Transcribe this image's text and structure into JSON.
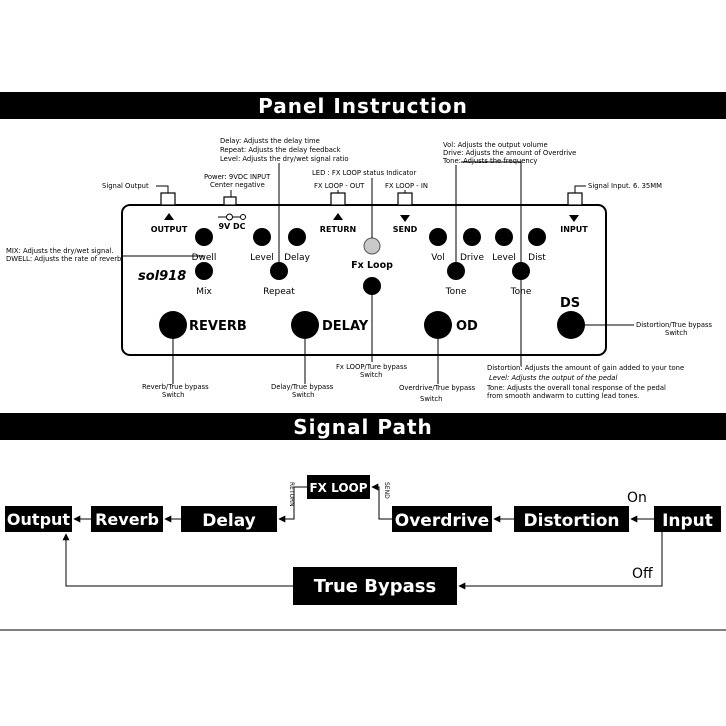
{
  "headings": {
    "panel": "Panel Instruction",
    "signal": "Signal Path"
  },
  "panel": {
    "brand": "sol918",
    "jacks": {
      "output": "OUTPUT",
      "power": "9V DC",
      "return": "RETURN",
      "send": "SEND",
      "input": "INPUT"
    },
    "knobs": {
      "dwell": "Dwell",
      "mix": "Mix",
      "delay_level": "Level",
      "delay_time": "Delay",
      "repeat": "Repeat",
      "vol": "Vol",
      "drive": "Drive",
      "ds_level": "Level",
      "dist": "Dist",
      "od_tone": "Tone",
      "ds_tone": "Tone"
    },
    "fx_loop": "Fx Loop",
    "switches": {
      "reverb": "REVERB",
      "delay": "DELAY",
      "od": "OD",
      "ds": "DS"
    }
  },
  "callouts": {
    "delay_time": "Delay: Adjusts the delay time",
    "repeat": "Repeat: Adjusts the delay feedback",
    "level": "Level: Adjusts the dry/wet signal ratio",
    "power_1": "Power: 9VDC INPUT",
    "power_2": "Center negative",
    "signal_output": "Signal Output",
    "led": "LED : FX LOOP status Indicator",
    "fx_out": "FX LOOP - OUT",
    "fx_in": "FX LOOP - IN",
    "vol": "Vol: Adjusts the output volume",
    "drive": "Drive: Adjusts the amount of Overdrive",
    "tone_od": "Tone: Adjusts the frequency",
    "signal_input": "Signal Input. 6. 35MM",
    "mix": "MIX: Adjusts the dry/wet signal.",
    "dwell": "DWELL: Adjusts the rate of reverb",
    "distortion_switch_1": "Distortion/True bypass",
    "distortion_switch_2": "Switch",
    "fx_switch_1": "Fx LOOP/Ture bypass",
    "fx_switch_2": "Switch",
    "dist_1": "Distortion: Adjusts the amount of gain added to your tone",
    "dist_2": "Level: Adjusts the output of the pedal",
    "dist_3": "Tone: Adjusts the overall tonal response of the pedal",
    "dist_4": "from smooth andwarm to cutting lead tones.",
    "reverb_switch_1": "Reverb/True bypass",
    "reverb_switch_2": "Switch",
    "delay_switch_1": "Delay/True bypass",
    "delay_switch_2": "Switch",
    "od_switch_1": "Overdrive/True bypass",
    "od_switch_2": "Switch"
  },
  "signal_path": {
    "output": "Output",
    "reverb": "Reverb",
    "delay": "Delay",
    "overdrive": "Overdrive",
    "distortion": "Distortion",
    "input": "Input",
    "fx_loop": "FX LOOP",
    "return": "RETURN",
    "send": "SEND",
    "true_bypass": "True Bypass",
    "on": "On",
    "off": "Off"
  }
}
